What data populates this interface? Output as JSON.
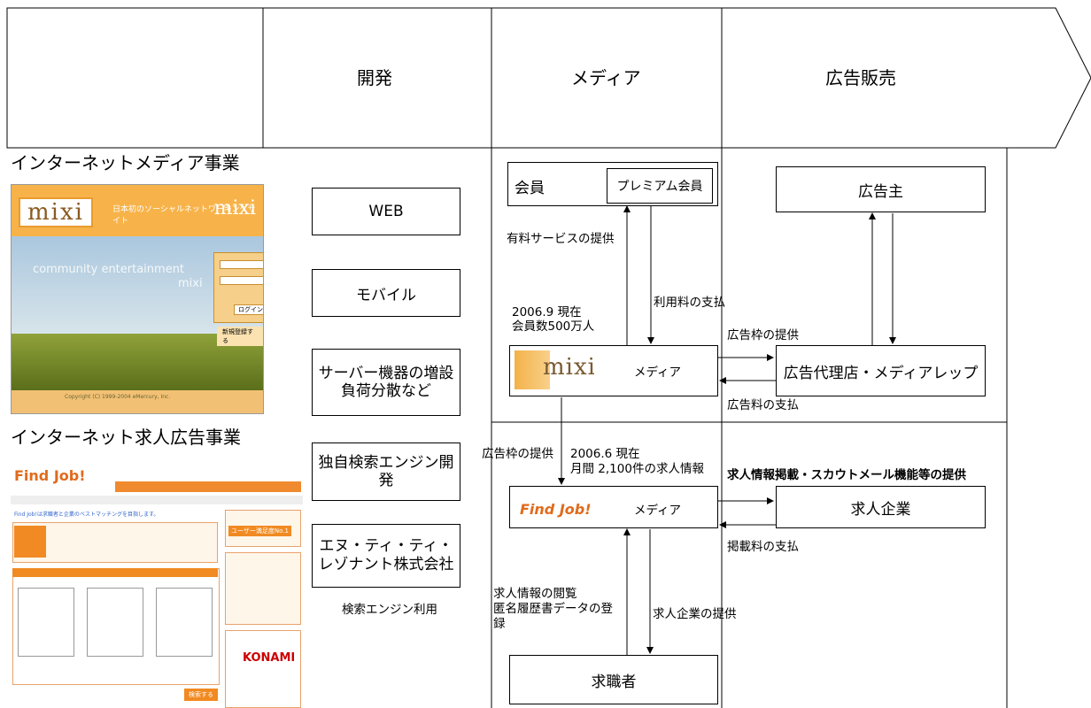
{
  "headers": {
    "dev": "開発",
    "media": "メディア",
    "ad_sales": "広告販売"
  },
  "sections": {
    "internet_media": "インターネットメディア事業",
    "job_ad": "インターネット求人広告事業"
  },
  "dev_boxes": [
    "WEB",
    "モバイル",
    "サーバー機器の増設",
    "負荷分散など",
    "独自検索エンジン開",
    "発",
    "エヌ・ティ・ティ・",
    "レゾナント株式会社"
  ],
  "dev_note": "検索エンジン利用",
  "media_top": {
    "member": "会員",
    "premium": "プレミアム会員",
    "paid_service": "有料サービスの提供",
    "fee_payment": "利用料の支払",
    "stat_line1": "2006.9 現在",
    "stat_line2": "会員数500万人",
    "media_label": "メディア",
    "mixi_logo": "mixi",
    "ad_slot_provide": "広告枠の提供",
    "ad_fee_payment": "広告料の支払",
    "advertiser": "広告主",
    "agency": "広告代理店・メディアレップ"
  },
  "media_bottom": {
    "ad_slot_provide": "広告枠の提供",
    "stat_line1": "2006.6 現在",
    "stat_line2": "月間 2,100件の求人情報",
    "job_info_service": "求人情報掲載・スカウトメール機能等の提供",
    "media_label": "メディア",
    "findjob_logo": "Find Job!",
    "companies": "求人企業",
    "listing_fee": "掲載料の支払",
    "browse_line1": "求人情報の閲覧",
    "browse_line2": "匿名履歴書データの登",
    "browse_line3": "録",
    "company_provide": "求人企業の提供",
    "job_seekers": "求職者"
  },
  "mixi_screenshot": {
    "logo": "mixi",
    "subtitle": "日本初のソーシャルネットワーキングサイト",
    "community": "community entertainment",
    "community2": "mixi",
    "footer": "Copyright (C) 1999-2004 eMercury, Inc.",
    "login_button": "ログイン",
    "register": "新規登録する"
  },
  "findjob_screenshot": {
    "logo": "Find Job!",
    "tagline": "Find Job!は求職者と企業のベストマッチングを目指します。",
    "banner1": "ユーザー満足度No.1",
    "konami": "KONAMI",
    "search_button": "検索する"
  },
  "colors": {
    "mixi_orange": "#f7b34a",
    "findjob_orange": "#e06b1c"
  }
}
